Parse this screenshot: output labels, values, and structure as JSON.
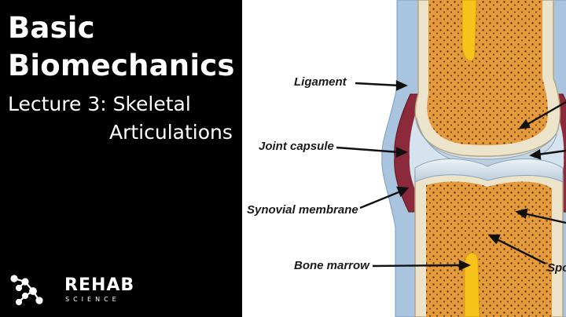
{
  "slide": {
    "title_line1": "Basic",
    "title_line2": "Biomechanics",
    "subtitle_line1": "Lecture 3: Skeletal",
    "subtitle_line2": "Articulations"
  },
  "brand": {
    "name": "REHAB",
    "tagline": "SCIENCE"
  },
  "diagram": {
    "labels": {
      "ligament": "Ligament",
      "joint_capsule": "Joint capsule",
      "synovial_membrane": "Synovial membrane",
      "bone_marrow": "Bone marrow",
      "spongy_partial": "Spo"
    }
  },
  "colors": {
    "panel_bg": "#000000",
    "text": "#ffffff",
    "bone_spongy": "#e59a3c",
    "marrow": "#f7c21a",
    "capsule": "#8c2a3c",
    "ligament": "#a9c4de"
  }
}
